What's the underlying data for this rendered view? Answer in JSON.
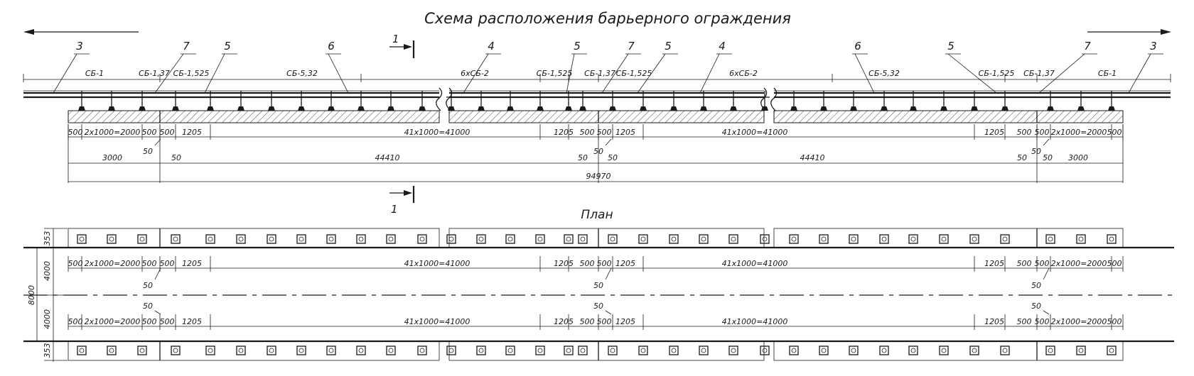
{
  "title": "Схема расположения барьерного ограждения",
  "plan_title": "План",
  "section_mark": "1",
  "callouts": [
    "3",
    "7",
    "5",
    "6",
    "4",
    "5",
    "7",
    "5",
    "4",
    "6",
    "5",
    "7",
    "3"
  ],
  "segment_labels": [
    "СБ-1",
    "СБ-1,37",
    "СБ-1,525",
    "СБ-5,32",
    "6хСБ-2",
    "СБ-1,525",
    "СБ-1,37",
    "СБ-1,525",
    "6хСБ-2",
    "СБ-5,32",
    "СБ-1,525",
    "СБ-1,37",
    "СБ-1"
  ],
  "post_dims": [
    "500",
    "2x1000=2000",
    "500",
    "500",
    "1205",
    "41x1000=41000",
    "1205",
    "500",
    "500",
    "1205",
    "41x1000=41000",
    "1205",
    "500",
    "500",
    "2x1000=2000",
    "500"
  ],
  "gap_dims": [
    "50",
    "50",
    "50"
  ],
  "overall_dims": [
    "3000",
    "50",
    "44410",
    "50",
    "50",
    "44410",
    "50",
    "50",
    "3000"
  ],
  "total_length": "94970",
  "plan_dims": {
    "offset": "353",
    "half_width": "4000",
    "full_width": "8000"
  }
}
